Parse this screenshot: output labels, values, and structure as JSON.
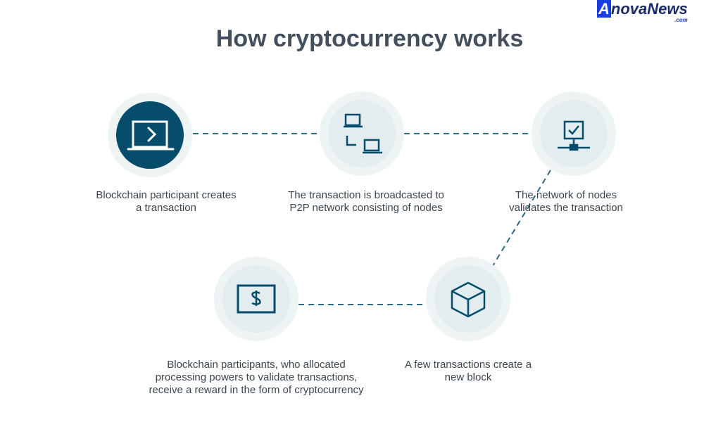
{
  "title": "How cryptocurrency works",
  "logo": {
    "first": "A",
    "rest": "novaNews",
    "suffix": ".com"
  },
  "colors": {
    "dark": "#054d6a",
    "ring": "#eef3f4",
    "inner": "#e3ecef",
    "line": "#2e6b84"
  },
  "steps": [
    {
      "icon": "laptop-prompt-icon",
      "label": "Blockchain participant creates a transaction"
    },
    {
      "icon": "network-laptops-icon",
      "label": "The transaction is broadcasted to P2P network consisting of nodes"
    },
    {
      "icon": "checked-node-icon",
      "label": "The network of nodes validates the transaction"
    },
    {
      "icon": "dollar-card-icon",
      "label": "Blockchain participants, who allocated processing powers to validate transactions, receive a reward in the form of cryptocurrency"
    },
    {
      "icon": "cube-block-icon",
      "label": "A few transactions create a new block"
    }
  ]
}
